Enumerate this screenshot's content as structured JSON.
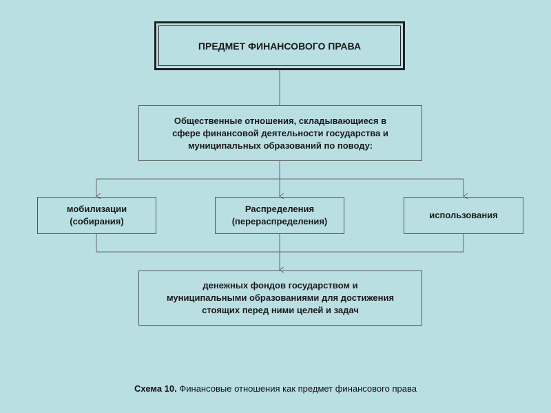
{
  "diagram": {
    "title": "ПРЕДМЕТ ФИНАНСОВОГО ПРАВА",
    "relations": "Общественные отношения, складывающиеся в\nсфере финансовой деятельности государства и\nмуниципальных образований по поводу:",
    "mobilization": "мобилизации\n(собирания)",
    "distribution": "Распределения\n(перераспределения)",
    "usage": "использования",
    "funds": "денежных фондов государством и\nмуниципальными образованиями для достижения\nстоящих перед ними целей и задач"
  },
  "caption": {
    "label": "Схема 10.",
    "text": " Финансовые отношения как предмет финансового права"
  },
  "colors": {
    "background": "#b9dfe3",
    "line": "#666666",
    "border": "#555555"
  }
}
